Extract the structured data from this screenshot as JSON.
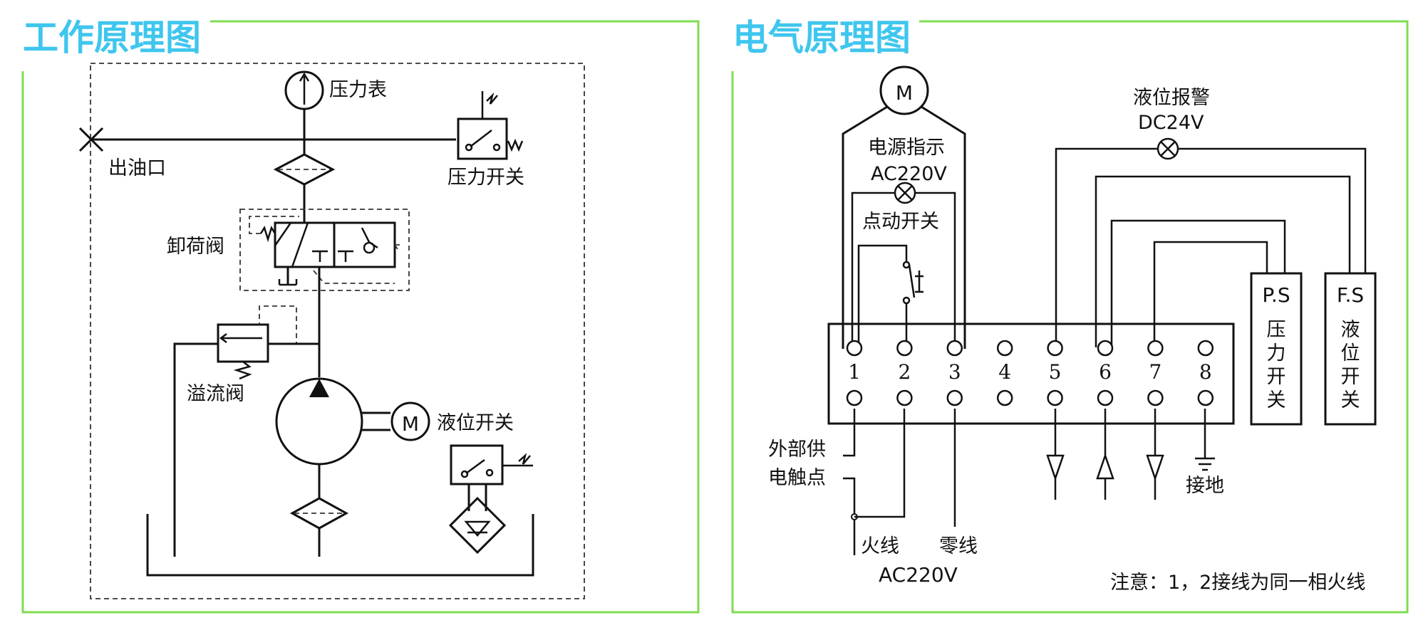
{
  "colors": {
    "title": "#3fc6ee",
    "frame": "#7fdc52",
    "line": "#111111"
  },
  "hydraulic": {
    "title": "工作原理图",
    "pressure_gauge": "压力表",
    "outlet": "出油口",
    "pressure_switch": "压力开关",
    "unloading_valve": "卸荷阀",
    "relief_valve": "溢流阀",
    "level_switch": "液位开关",
    "motor": "M"
  },
  "electrical": {
    "title": "电气原理图",
    "motor": "M",
    "power_indicator": "电源指示",
    "power_indicator_voltage": "AC220V",
    "jog_switch": "点动开关",
    "level_alarm": "液位报警",
    "level_alarm_voltage": "DC24V",
    "ps_tag": "P.S",
    "ps_label": [
      "压",
      "力",
      "开",
      "关"
    ],
    "fs_tag": "F.S",
    "fs_label": [
      "液",
      "位",
      "开",
      "关"
    ],
    "terminals": [
      "1",
      "2",
      "3",
      "4",
      "5",
      "6",
      "7",
      "8"
    ],
    "external_contact_1": "外部供",
    "external_contact_2": "电触点",
    "live": "火线",
    "neutral": "零线",
    "supply_voltage": "AC220V",
    "ground": "接地",
    "note": "注意：1，2接线为同一相火线"
  }
}
